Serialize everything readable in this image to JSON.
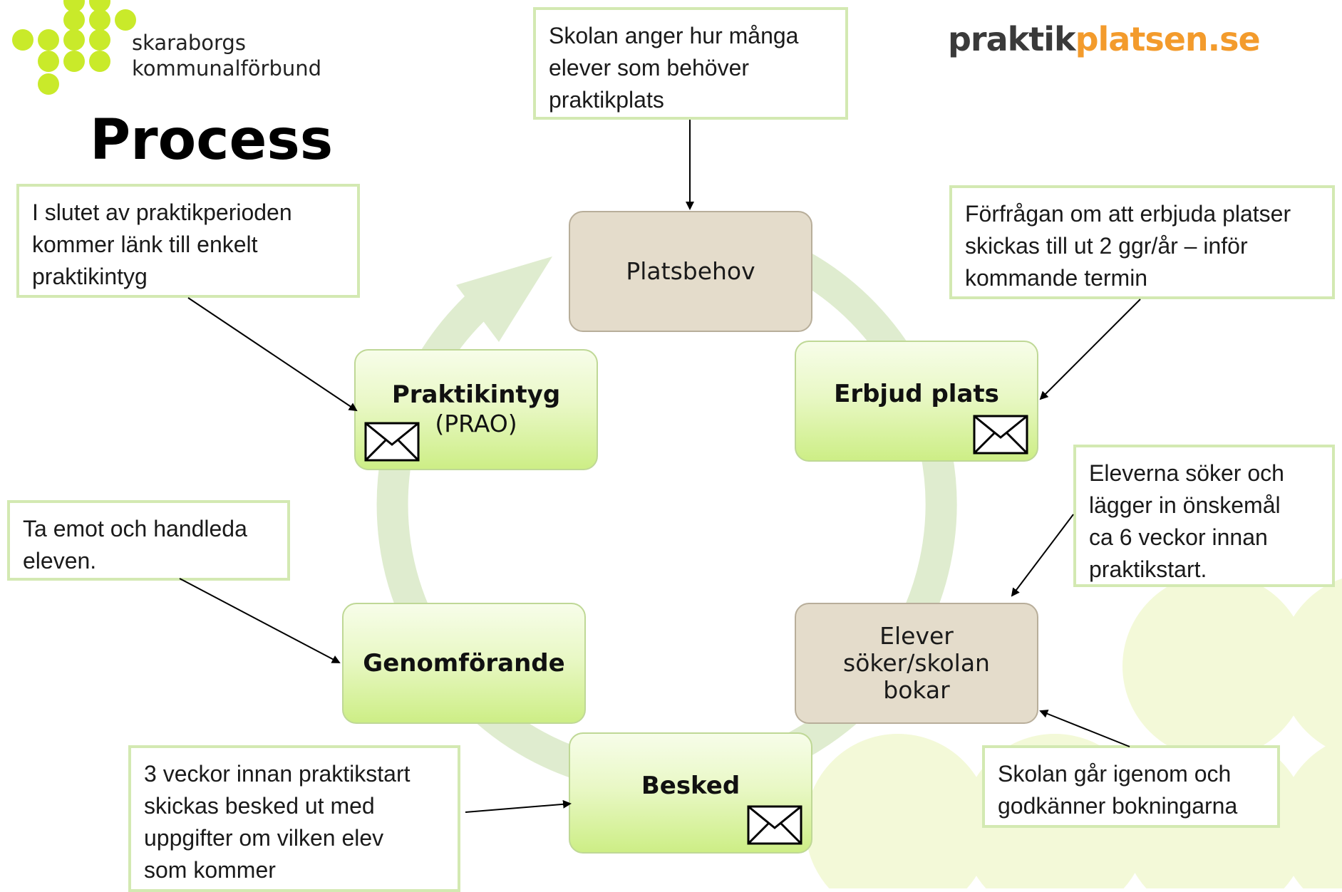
{
  "header": {
    "logo_left": {
      "line1": "skaraborgs",
      "line2": "kommunalförbund"
    },
    "logo_right": {
      "part_a": "praktik",
      "part_b": "platsen.se"
    }
  },
  "title": "Process",
  "nodes": {
    "platsbehov": {
      "label": "Platsbehov"
    },
    "erbjud_plats": {
      "label": "Erbjud plats"
    },
    "elever_soker": {
      "lines": [
        "Elever",
        "söker/skolan",
        "bokar"
      ]
    },
    "besked": {
      "label": "Besked"
    },
    "genomforande": {
      "label": "Genomförande"
    },
    "praktikintyg": {
      "label": "Praktikintyg",
      "sub": "(PRAO)"
    }
  },
  "notes": {
    "skolan_anger": [
      "Skolan anger hur många",
      "elever som behöver",
      "praktikplats"
    ],
    "forfragan": [
      "Förfrågan om att erbjuda platser",
      "skickas till ut 2 ggr/år – inför",
      "kommande termin"
    ],
    "eleverna_soker": [
      "Eleverna söker och",
      "lägger in önskemål",
      "ca 6 veckor innan",
      "praktikstart."
    ],
    "skolan_gar": [
      "Skolan går igenom och",
      "godkänner bokningarna"
    ],
    "tre_veckor": [
      "3 veckor innan praktikstart",
      "skickas besked ut med",
      "uppgifter om vilken elev",
      "som kommer"
    ],
    "ta_emot": [
      "Ta emot och handleda",
      "eleven."
    ],
    "i_slutet": [
      "I slutet av praktikperioden",
      "kommer länk till enkelt",
      "praktikintyg"
    ]
  },
  "icons": {
    "envelope": "envelope-icon",
    "logo_dots": "dot-cluster-logo"
  },
  "colors": {
    "cycle_arrow": "#dfeccf",
    "node_beige": "#e4dccb",
    "node_green": "#e2f6b8",
    "note_border": "#d3e9b2",
    "logo_green": "#c9ea2a",
    "deco_circles": "#f3f9d8",
    "logo_orange": "#f39b2c"
  }
}
